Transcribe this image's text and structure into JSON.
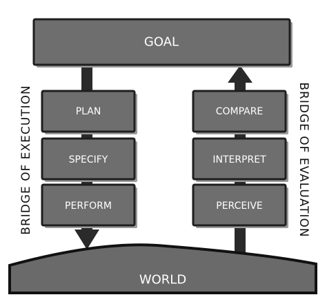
{
  "diagram": {
    "goal": "GOAL",
    "world": "WORLD",
    "execution": {
      "bridge_label": "BRIDGE OF EXECUTION",
      "steps": [
        "PLAN",
        "SPECIFY",
        "PERFORM"
      ]
    },
    "evaluation": {
      "bridge_label": "BRIDGE OF EVALUATION",
      "steps": [
        "COMPARE",
        "INTERPRET",
        "PERCEIVE"
      ]
    }
  },
  "colors": {
    "box_fill": "#6e6e6e",
    "box_stroke": "#1e1e1e",
    "box_shadow": "#9a9a9a",
    "arrow": "#2a2a2a",
    "world_fill": "#6a6a6a",
    "text_on_box": "#ffffff",
    "bridge_text": "#111111"
  }
}
